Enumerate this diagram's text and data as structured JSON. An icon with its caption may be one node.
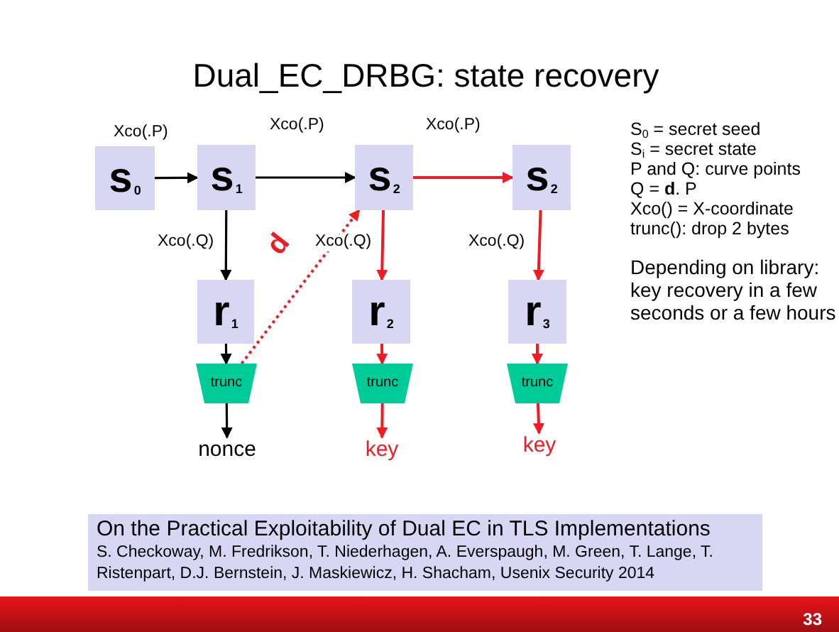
{
  "diagram": {
    "title": "Dual_EC_DRBG: state recovery",
    "nodes": [
      {
        "text": [
          "s$_{0}$"
        ]
      },
      {
        "text": [
          "s$_{1}$"
        ]
      },
      {
        "text": [
          "s$_{2}$"
        ]
      },
      {
        "text": [
          "s$_{2}$"
        ]
      },
      {
        "text": [
          "r$_{1}$"
        ]
      },
      {
        "text": [
          "r$_{2}$"
        ]
      },
      {
        "text": [
          "r$_{3}$"
        ]
      },
      {
        "text": [
          "trunc"
        ]
      },
      {
        "text": [
          "trunc"
        ]
      },
      {
        "text": [
          "trunc"
        ]
      },
      {
        "text": [
          "nonce"
        ]
      },
      {
        "text": [
          "key"
        ]
      },
      {
        "text": [
          "key"
        ]
      },
      {
        "text": [
          "On the Practical Exploitability of Dual EC in TLS Implementations",
          "S. Checkoway, M. Fredrikson, T. Niederhagen, A. Everspaugh, M. Green, T. Lange, T. Ristenpart, D.J. Bernstein, J. Maskiewicz, H. Shacham, Usenix Security 2014"
        ]
      }
    ],
    "edges": [
      {
        "from": 0,
        "to": 1,
        "arrow": "to",
        "label": "Xco(.P)",
        "color": "#000000"
      },
      {
        "from": 1,
        "to": 2,
        "arrow": "to",
        "label": "Xco(.P)",
        "color": "#000000"
      },
      {
        "from": 2,
        "to": 3,
        "arrow": "to",
        "label": "Xco(.P)"
      },
      {
        "from": 1,
        "to": 4,
        "arrow": "to",
        "label": "Xco(.Q)",
        "color": "#000000"
      },
      {
        "from": 2,
        "to": 5,
        "arrow": "to",
        "label": "Xco(.Q)"
      },
      {
        "from": 3,
        "to": 6,
        "arrow": "to",
        "label": "Xco(.Q)"
      },
      {
        "from": 4,
        "to": 7,
        "arrow": "to",
        "color": "#000000"
      },
      {
        "from": 5,
        "to": 8,
        "arrow": "to"
      },
      {
        "from": 6,
        "to": 9,
        "arrow": "to"
      },
      {
        "from": 7,
        "to": 10,
        "arrow": "to",
        "color": "#000000"
      },
      {
        "from": 8,
        "to": 11,
        "arrow": "to"
      },
      {
        "from": 9,
        "to": 12,
        "arrow": "to"
      },
      {
        "from": 7,
        "to": 2,
        "arrow": "to",
        "label": "d",
        "style": "dashed"
      }
    ],
    "labels": [
      "S$_{0}$ = secret seed",
      "S$_{i}$ = secret state",
      "P and Q: curve points",
      "Q = **d**. P",
      "Xco() = X-coordinate",
      "trunc(): drop 2 bytes",
      "Depending on library: key recovery in a few seconds or a few hours",
      "33"
    ]
  }
}
